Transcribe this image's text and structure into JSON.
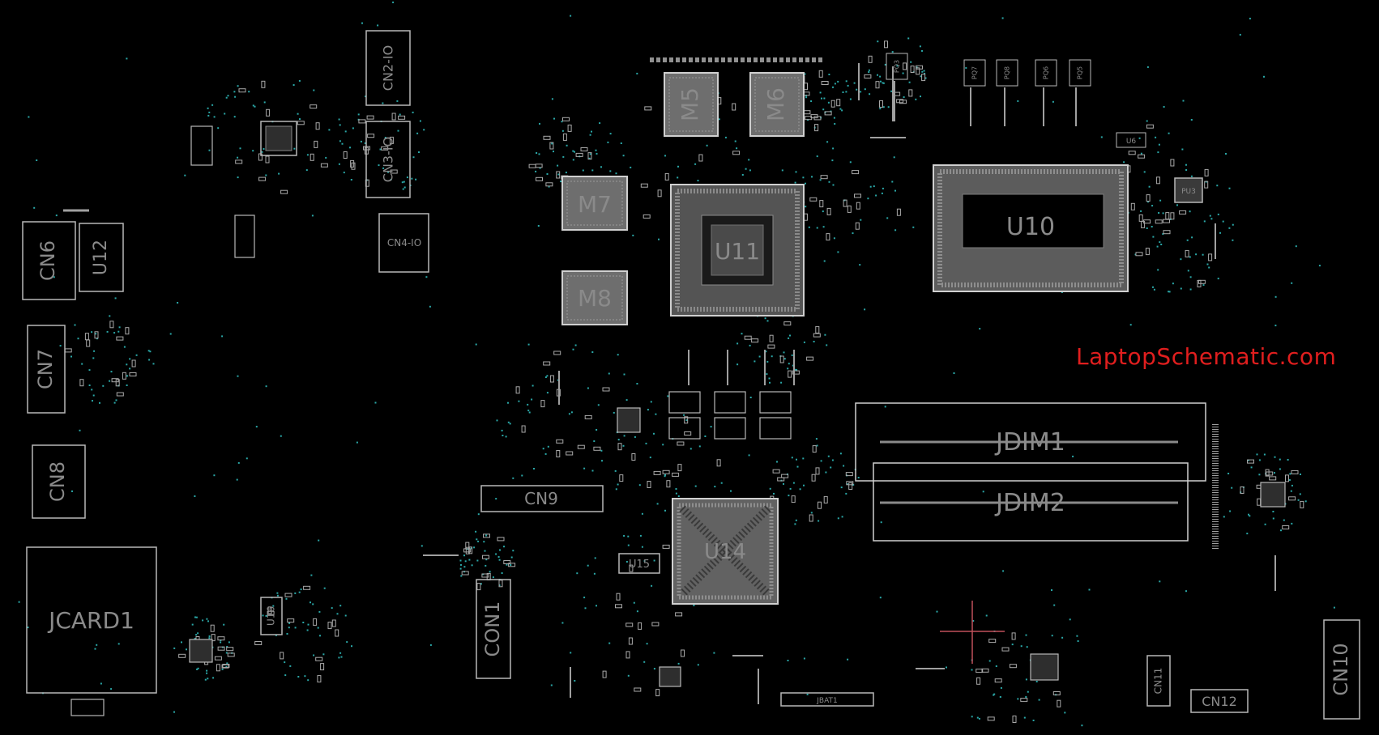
{
  "board": {
    "background": "#000000",
    "outline_color": "#b8b8b8",
    "pad_color": "#a9a9a9",
    "via_color": "#2aa7a7",
    "crosshair_color": "#c0505a"
  },
  "labels": {
    "cn2_io": "CN2-IO",
    "cn3_io": "CN3-IO",
    "cn4_io": "CN4-IO",
    "cn6": "CN6",
    "u12": "U12",
    "cn7": "CN7",
    "cn8": "CN8",
    "jcard1": "JCARD1",
    "u16": "U16",
    "m5": "M5",
    "m6": "M6",
    "m7": "M7",
    "m8": "M8",
    "u11": "U11",
    "u10": "U10",
    "u14": "U14",
    "u15": "U15",
    "cn9": "CN9",
    "con1": "CON1",
    "jdim1": "JDIM1",
    "jdim2": "JDIM2",
    "cn10": "CN10",
    "cn11": "CN11",
    "cn12": "CN12",
    "jbat1": "JBAT1",
    "u6": "U6",
    "pu3": "PU3",
    "pq7": "PQ7",
    "pq8": "PQ8",
    "pq6": "PQ6",
    "pq5": "PQ5",
    "pq3": "PQ3"
  },
  "watermark": {
    "text": "LaptopSchematic.com",
    "color": "#e01e1e"
  }
}
